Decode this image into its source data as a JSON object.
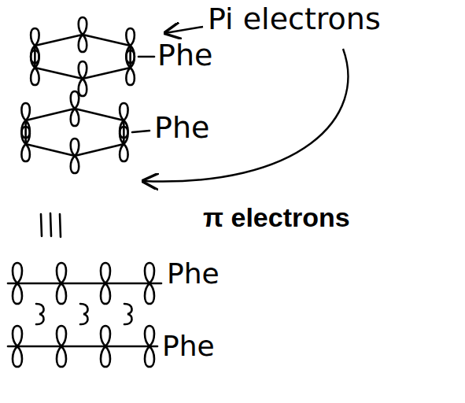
{
  "diagram": {
    "labels": [
      "Pi electrons",
      "Phe",
      "Phe",
      "π electrons",
      "Phe",
      "Phe"
    ]
  }
}
